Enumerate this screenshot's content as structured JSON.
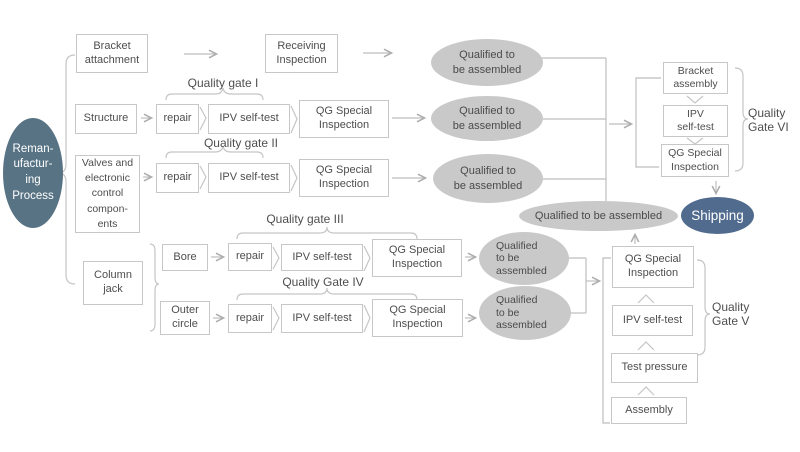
{
  "colors": {
    "dark_ellipse": "#587384",
    "shipping_ellipse": "#516b8e",
    "gray_ellipse": "#c9c9c9",
    "line": "#bdbdbd",
    "box_border": "#c7c7c7",
    "text": "#4e4e4e"
  },
  "nodes": {
    "reman_process": "Reman-\nufactur-\ning\nProcess",
    "bracket_attachment": "Bracket\nattachment",
    "receiving_inspection": "Receiving\nInspection",
    "structure": "Structure",
    "valves": "Valves and\nelectronic\ncontrol\ncompon-\nents",
    "column_jack": "Column\njack",
    "bore": "Bore",
    "outer_circle": "Outer\ncircle",
    "repair": "repair",
    "ipv_self_test": "IPV self-test",
    "ipv_self_test_2line": "IPV\nself-test",
    "qg_special": "QG Special\nInspection",
    "bracket_assembly": "Bracket\nassembly",
    "test_pressure": "Test pressure",
    "assembly": "Assembly",
    "qualified_2line": "Qualified to\nbe assembled",
    "qualified_3line": "Qualified\nto be\nassembled",
    "qualified_1line": "Qualified to be assembled",
    "shipping": "Shipping"
  },
  "labels": {
    "gate1": "Quality gate I",
    "gate2": "Quality gate II",
    "gate3": "Quality gate III",
    "gate4": "Quality Gate IV",
    "gate5": "Quality\nGate V",
    "gate6": "Quality\nGate VI"
  }
}
